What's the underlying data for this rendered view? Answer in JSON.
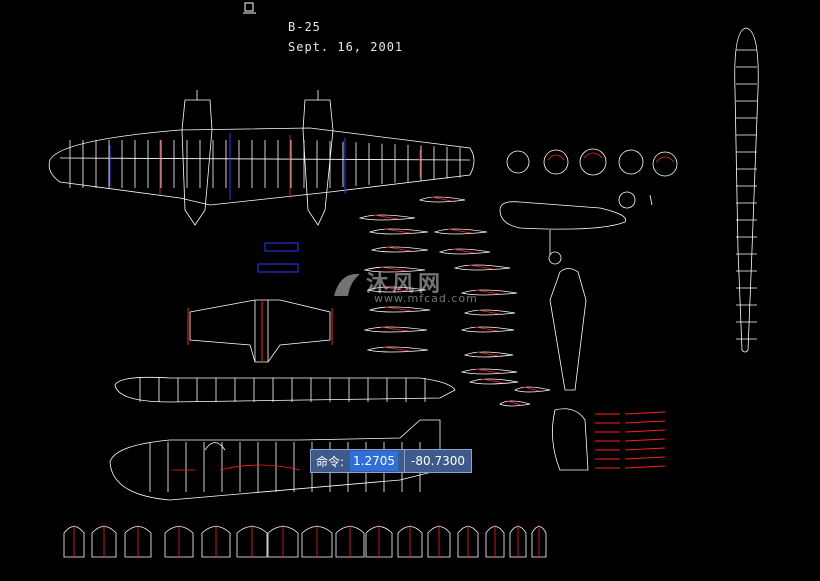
{
  "drawing": {
    "title": "B-25",
    "date": "Sept. 16, 2001"
  },
  "watermark": {
    "cn": "沐风网",
    "en": "www.mfcad.com"
  },
  "command": {
    "label": "命令:",
    "value_x": "1.2705",
    "value_y": "-80.7300"
  },
  "colors": {
    "background": "#000000",
    "line": "#ffffff",
    "accent_red": "#ff2020",
    "accent_blue": "#2a3cff",
    "command_bg": "#3d5a8a"
  }
}
